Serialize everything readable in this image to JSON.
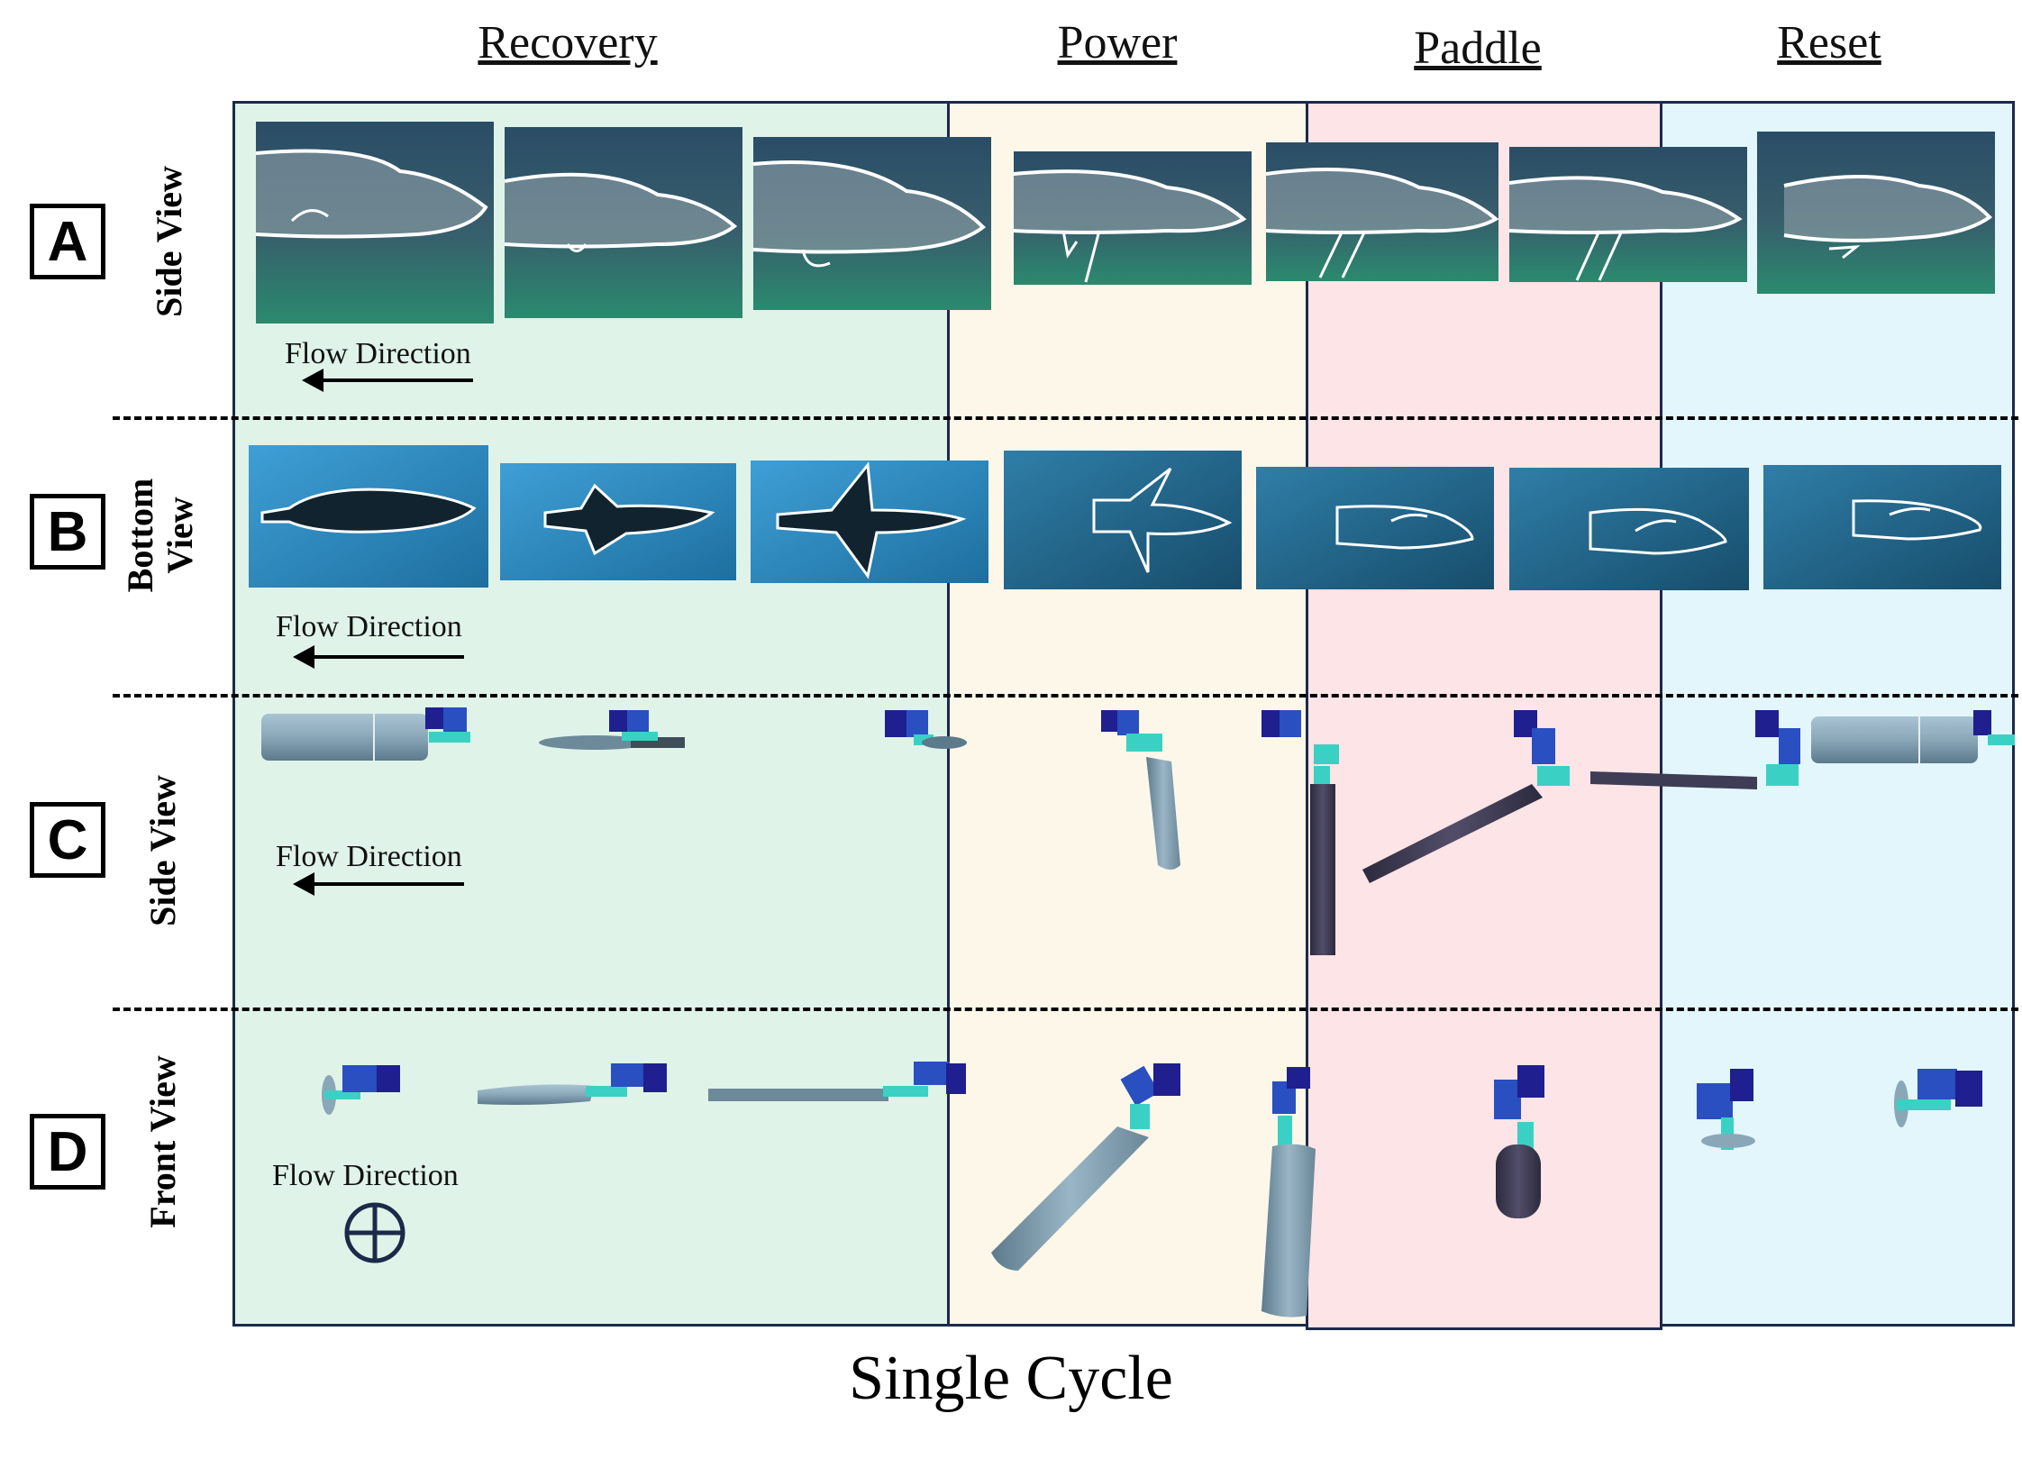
{
  "phases": {
    "recovery": "Recovery",
    "power": "Power",
    "paddle": "Paddle",
    "reset": "Reset"
  },
  "rows": {
    "a": {
      "letter": "A",
      "view": "Side View",
      "flow": "Flow Direction"
    },
    "b": {
      "letter": "B",
      "view": "Bottom View",
      "flow": "Flow Direction"
    },
    "c": {
      "letter": "C",
      "view": "Side View",
      "flow": "Flow Direction"
    },
    "d": {
      "letter": "D",
      "view": "Front View",
      "flow": "Flow Direction"
    }
  },
  "footer": {
    "cycle_label": "Single Cycle"
  },
  "colors": {
    "recovery_bg": "#dff3e9",
    "power_bg": "#fdf7ea",
    "paddle_bg": "#fde4e6",
    "reset_bg": "#e3f6fc",
    "frame_border": "#1c2a4a",
    "robot_body": "#8aa7b8",
    "robot_dark": "#3f3c55",
    "servo_blue": "#1f1f8f",
    "joint_cyan": "#3ad1c4"
  }
}
